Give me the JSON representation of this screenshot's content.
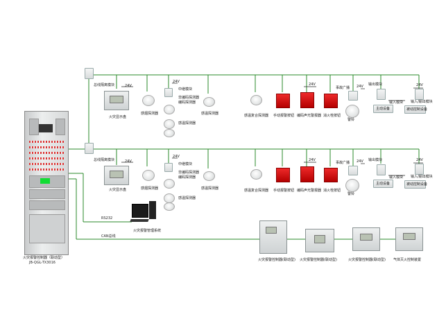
{
  "voltage": "24V",
  "labels": {
    "bus_isolator_top": "总线隔离模块",
    "bus_isolator_mid": "总线隔离模块",
    "rs232": "RS232",
    "can": "CAN总线",
    "cabinet_1": "火灾报警控制器（联动型）",
    "cabinet_2": "JB-QGL-TX3016"
  },
  "row_top": {
    "display": "火灾显示盘",
    "smoke": "感烟探测器",
    "module_a": "中继模块",
    "module_b": "非编码探测器",
    "module_b2": "编码探测器",
    "smoke_nc": "感温探测器",
    "heat": "感温探测器",
    "composite": "感温复合探测器",
    "manual": "手动报警按钮",
    "sounder_call": "编码声光警报器",
    "hydrant": "消火栓按钮",
    "alarm_bell": "警铃",
    "fire_tel": "事故广播",
    "output_mod": "输出模块",
    "io_mod": "输入模块",
    "io_mod2": "输入/输出模块",
    "equip_1": "主动设备",
    "equip_2": "被动控制设备"
  },
  "row_mid": {
    "display": "火灾显示盘",
    "smoke": "感烟探测器",
    "module_a": "中继模块",
    "module_b": "非编码探测器",
    "module_b2": "编码探测器",
    "smoke_nc": "感温探测器",
    "heat": "感温探测器",
    "composite": "感温复合探测器",
    "manual": "手动报警按钮",
    "sounder_call": "编码声光警报器",
    "hydrant": "消火栓按钮",
    "alarm_bell": "警铃",
    "fire_tel": "事故广播",
    "output_mod": "输出模块",
    "io_mod": "输入模块",
    "io_mod2": "输入/输出模块",
    "equip_1": "主动设备",
    "equip_2": "被动控制设备"
  },
  "bottom": {
    "pc": "火灾报警管理系统",
    "ctrl_1": "火灾报警控制器(联动型)",
    "ctrl_2": "火灾报警控制器(联动型)",
    "ctrl_3": "火灾报警控制器(联动型)",
    "ctrl_4": "气体灭火控制装置"
  }
}
